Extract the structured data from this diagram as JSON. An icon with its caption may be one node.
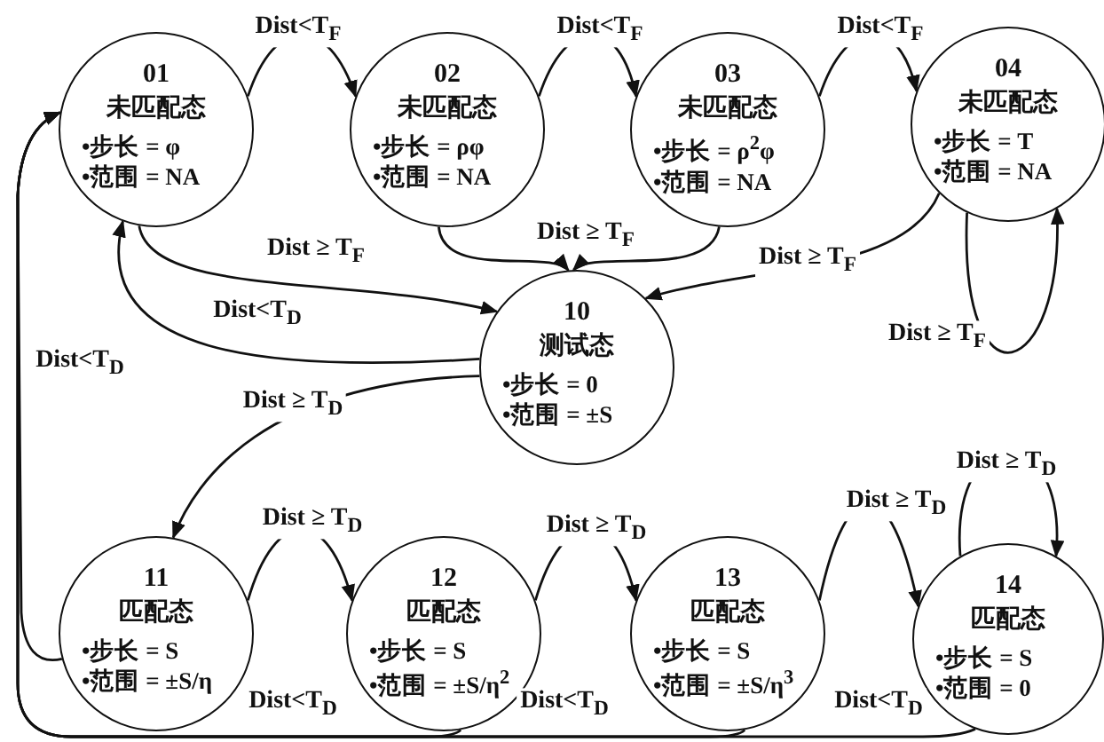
{
  "diagram": {
    "nodes": [
      {
        "text": [
          "01",
          "未匹配态",
          "•步长 = φ",
          "•范围 = NA"
        ]
      },
      {
        "text": [
          "02",
          "未匹配态",
          "•步长 = ρφ",
          "•范围 = NA"
        ]
      },
      {
        "text": [
          "03",
          "未匹配态",
          "•步长 = ρ$^{2}$φ",
          "•范围 = NA"
        ]
      },
      {
        "text": [
          "04",
          "未匹配态",
          "•步长 = T",
          "•范围 = NA"
        ]
      },
      {
        "text": [
          "10",
          "测试态",
          "•步长 = 0",
          "•范围 = ±S"
        ]
      },
      {
        "text": [
          "11",
          "匹配态",
          "•步长 = S",
          "•范围 = ±S/η"
        ]
      },
      {
        "text": [
          "12",
          "匹配态",
          "•步长 = S",
          "•范围 = ±S/η$^{2}$"
        ]
      },
      {
        "text": [
          "13",
          "匹配态",
          "•步长 = S",
          "•范围 = ±S/η$^{3}$"
        ]
      },
      {
        "text": [
          "14",
          "匹配态",
          "•步长 = S",
          "•范围 = 0"
        ]
      }
    ],
    "edges": [
      {
        "from": 0,
        "to": 1,
        "arrow": "to",
        "label": "Dist<T$_{F}$"
      },
      {
        "from": 1,
        "to": 2,
        "arrow": "to",
        "label": "Dist<T$_{F}$"
      },
      {
        "from": 2,
        "to": 3,
        "arrow": "to",
        "label": "Dist<T$_{F}$"
      },
      {
        "from": 3,
        "to": 3,
        "arrow": "to",
        "label": "Dist ≥ T$_{F}$"
      },
      {
        "from": 0,
        "to": 4,
        "arrow": "to",
        "label": "Dist ≥ T$_{F}$"
      },
      {
        "from": 1,
        "to": 4,
        "arrow": "to",
        "label": "Dist ≥ T$_{F}$"
      },
      {
        "from": 2,
        "to": 4,
        "arrow": "to"
      },
      {
        "from": 3,
        "to": 4,
        "arrow": "to",
        "label": "Dist ≥ T$_{F}$"
      },
      {
        "from": 4,
        "to": 0,
        "arrow": "to",
        "label": "Dist<T$_{D}$"
      },
      {
        "from": 4,
        "to": 5,
        "arrow": "to",
        "label": "Dist ≥ T$_{D}$"
      },
      {
        "from": 5,
        "to": 6,
        "arrow": "to",
        "label": "Dist ≥ T$_{D}$"
      },
      {
        "from": 6,
        "to": 7,
        "arrow": "to",
        "label": "Dist ≥ T$_{D}$"
      },
      {
        "from": 7,
        "to": 8,
        "arrow": "to",
        "label": "Dist ≥ T$_{D}$"
      },
      {
        "from": 8,
        "to": 8,
        "arrow": "to",
        "label": "Dist ≥ T$_{D}$"
      },
      {
        "from": 5,
        "to": 0,
        "arrow": "to",
        "label": "Dist<T$_{D}$"
      },
      {
        "from": 6,
        "to": 0,
        "arrow": "to",
        "label": "Dist<T$_{D}$"
      },
      {
        "from": 7,
        "to": 0,
        "arrow": "to",
        "label": "Dist<T$_{D}$"
      },
      {
        "from": 8,
        "to": 0,
        "arrow": "to",
        "label": "Dist<T$_{D}$"
      }
    ]
  }
}
